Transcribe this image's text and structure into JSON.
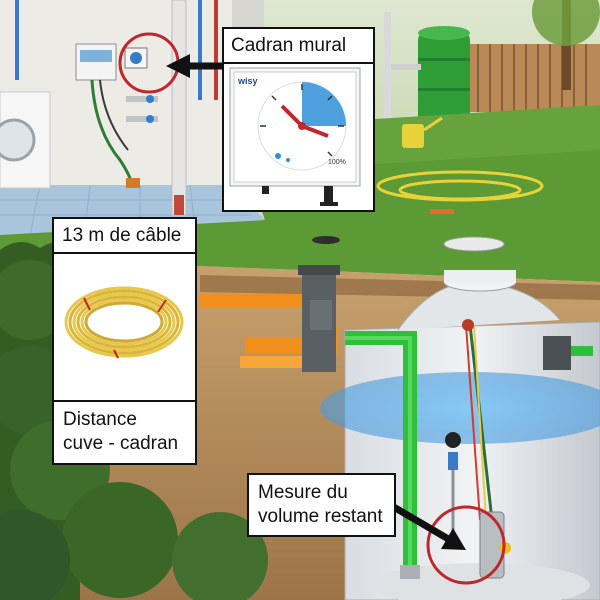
{
  "labels": {
    "wall_dial": "Cadran mural",
    "cable_length": "13 m de câble",
    "distance_line1": "Distance",
    "distance_line2": "cuve - cadran",
    "remaining_line1": "Mesure du",
    "remaining_line2": "volume restant"
  },
  "dial": {
    "brand": "wisy",
    "full_mark": "100%"
  },
  "colors": {
    "highlight_ring": "#c0272d",
    "arrow": "#111111",
    "cable": "#e8c84a",
    "water_pipe": "#2fbf3a",
    "drain_pipe": "#f0901a",
    "grass": "#5c9a35",
    "water": "#5aaee8"
  }
}
